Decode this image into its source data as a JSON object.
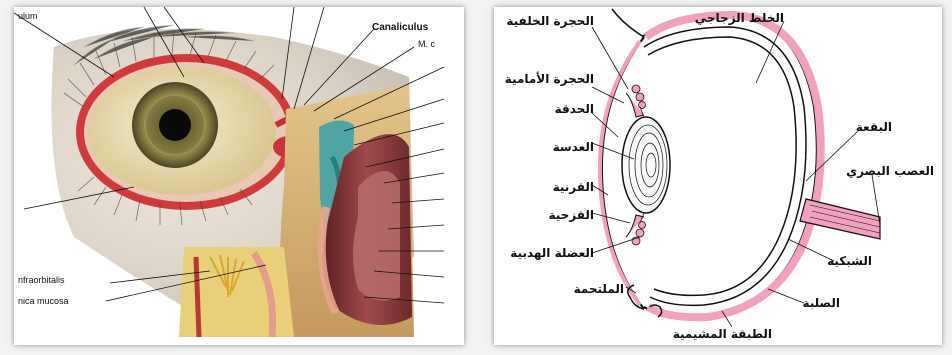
{
  "left_figure": {
    "labels": {
      "top_left_fragment": "ulum",
      "canaliculus": "Canaliculus",
      "m_fragment": "M. c",
      "infraorbitalis_fragment": "nfraorbitalis",
      "tunica_mucosa_fragment": "nica mucosa"
    }
  },
  "right_figure": {
    "labels": {
      "vitreous_humor": "الخلط الزجاجي",
      "posterior_chamber": "الحجرة الخلفية",
      "anterior_chamber": "الحجرة الأمامية",
      "pupil": "الحدقة",
      "lens": "العدسة",
      "cornea": "القرنية",
      "iris": "القزحية",
      "ciliary_muscle": "العضلة الهدبية",
      "conjunctiva": "الملتحمة",
      "fovea": "البقعة",
      "optic_nerve": "العصب البصري",
      "retina": "الشبكية",
      "sclera": "الصلبة",
      "choroid_fragment": "الطبقة المشيمية"
    }
  }
}
